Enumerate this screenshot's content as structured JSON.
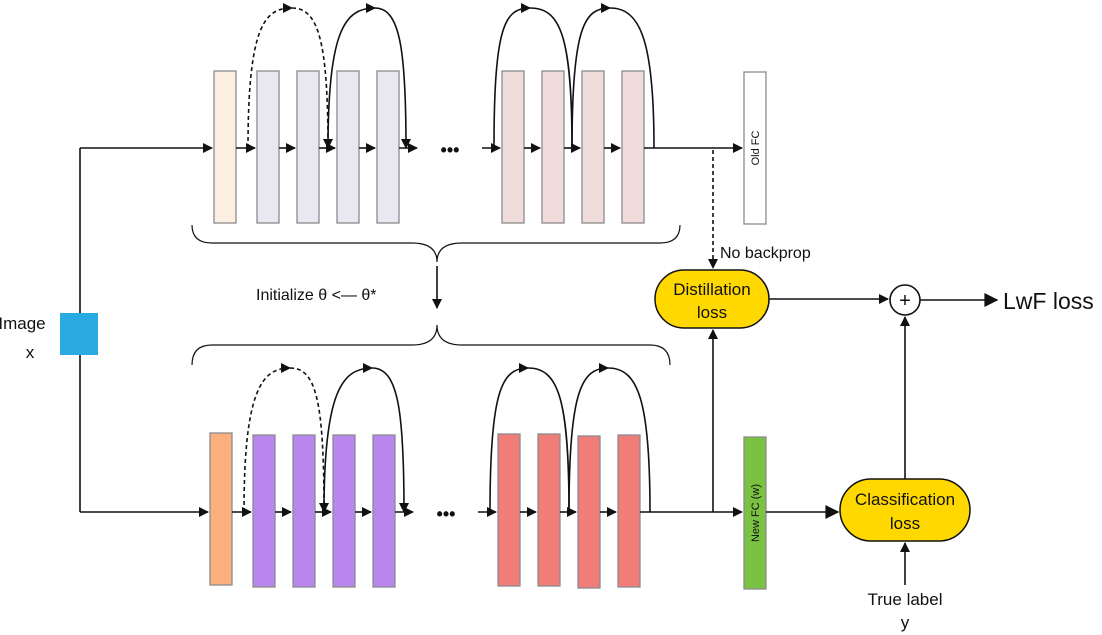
{
  "input": {
    "label_line1": "Image",
    "label_line2": "x",
    "color": "#29abe2"
  },
  "old_network": {
    "ellipsis": "•••",
    "fc_label": "Old FC",
    "colors": {
      "first": "#fdeee2",
      "mid": "#e9e7ef",
      "late": "#f1dcdc",
      "fc": "#ffffff",
      "stroke": "#8c8c8c"
    }
  },
  "new_network": {
    "ellipsis": "•••",
    "fc_label": "New FC (w)",
    "colors": {
      "first": "#fbb07d",
      "mid": "#b986ed",
      "late": "#f07d78",
      "fc": "#7cc242",
      "stroke": "#8c8c8c"
    }
  },
  "initialize_label": "Initialize θ <— θ*",
  "no_backprop_label": "No backprop",
  "distillation_loss": {
    "line1": "Distillation",
    "line2": "loss"
  },
  "classification_loss": {
    "line1": "Classification",
    "line2": "loss"
  },
  "true_label": {
    "line1": "True label",
    "line2": "y"
  },
  "sum_symbol": "+",
  "output_label": "LwF loss",
  "loss_fill": "#ffd800"
}
